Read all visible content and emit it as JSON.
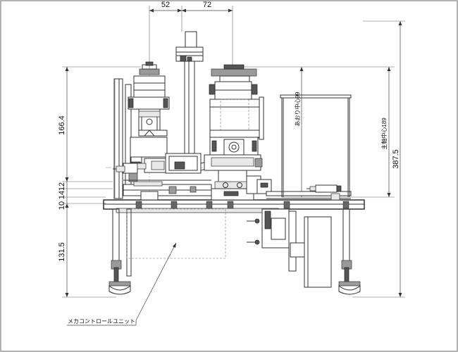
{
  "dimensions": {
    "top_left": "52",
    "top_right": "72",
    "left_upper": "166.4",
    "left_mid_a": "10",
    "left_mid_b": "14",
    "left_mid_c": "12",
    "left_lower": "131.5",
    "right_small": "あおり中心99",
    "right_mid": "主軸中心189",
    "right_total": "387.5"
  },
  "labels": {
    "controller_unit": "メカコントロールユニット"
  },
  "colors": {
    "line": "#333333",
    "frame": "#999999",
    "hidden_red": "#e06060"
  }
}
